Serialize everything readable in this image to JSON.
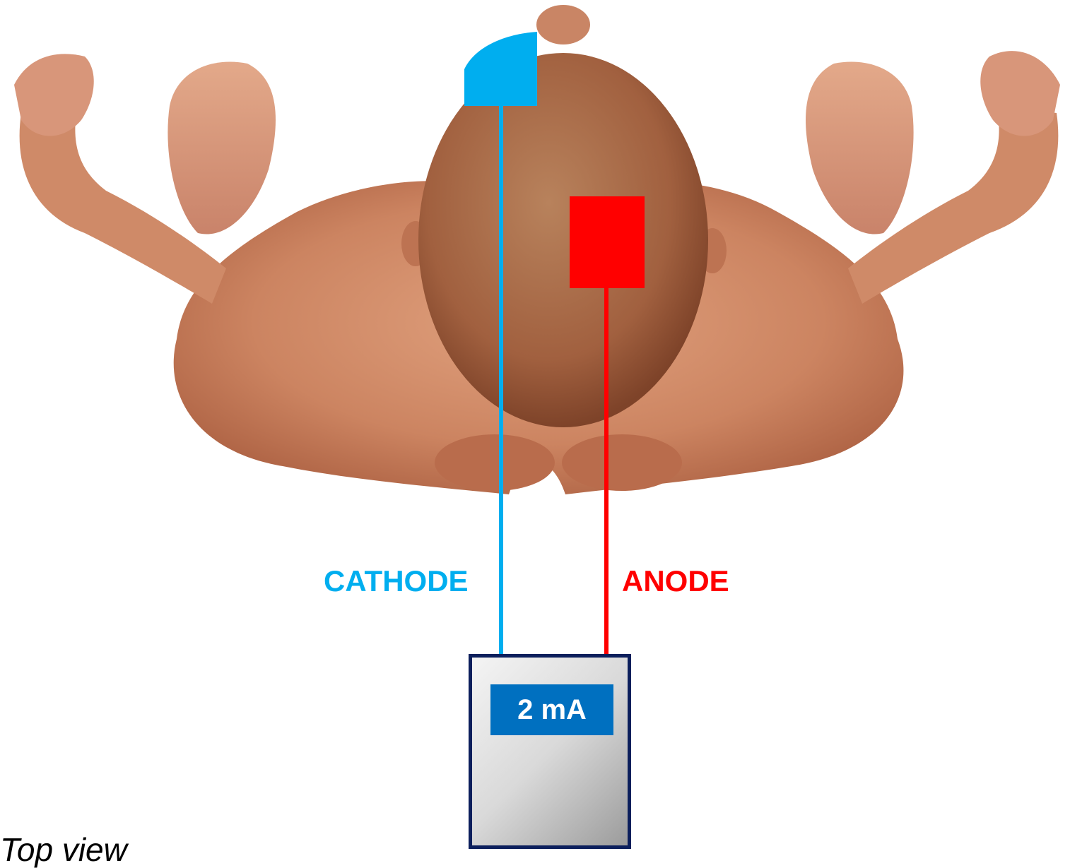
{
  "labels": {
    "cathode": "CATHODE",
    "anode": "ANODE",
    "current": "2 mA",
    "view": "Top view"
  },
  "colors": {
    "cathode": "#00aeef",
    "anode": "#ff0000",
    "device_border": "#0c1f5c",
    "display_bg": "#0070c0",
    "skin": "#c97a58",
    "head": "#a8653f"
  },
  "icons": {
    "figure": "human-body-top-view",
    "device": "stimulator-device"
  }
}
